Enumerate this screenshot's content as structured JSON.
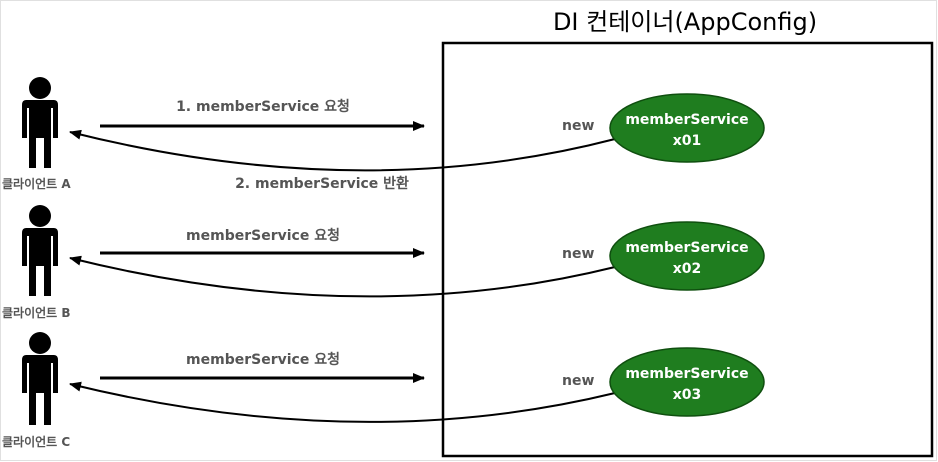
{
  "container": {
    "title": "DI 컨테이너(AppConfig)"
  },
  "clients": [
    {
      "label": "클라이언트 A",
      "request_label": "1. memberService 요청",
      "return_label": "2. memberService 반환"
    },
    {
      "label": "클라이언트 B",
      "request_label": "memberService 요청",
      "return_label": ""
    },
    {
      "label": "클라이언트 C",
      "request_label": "memberService 요청",
      "return_label": ""
    }
  ],
  "beans": [
    {
      "new_label": "new",
      "name": "memberService",
      "instance": "x01"
    },
    {
      "new_label": "new",
      "name": "memberService",
      "instance": "x02"
    },
    {
      "new_label": "new",
      "name": "memberService",
      "instance": "x03"
    }
  ],
  "colors": {
    "bean_fill": "#1f7d1f",
    "bean_stroke": "#0f4f0f",
    "person": "#000000",
    "arrow": "#000000",
    "label": "#555555"
  },
  "icons": {
    "client": "person-icon"
  }
}
